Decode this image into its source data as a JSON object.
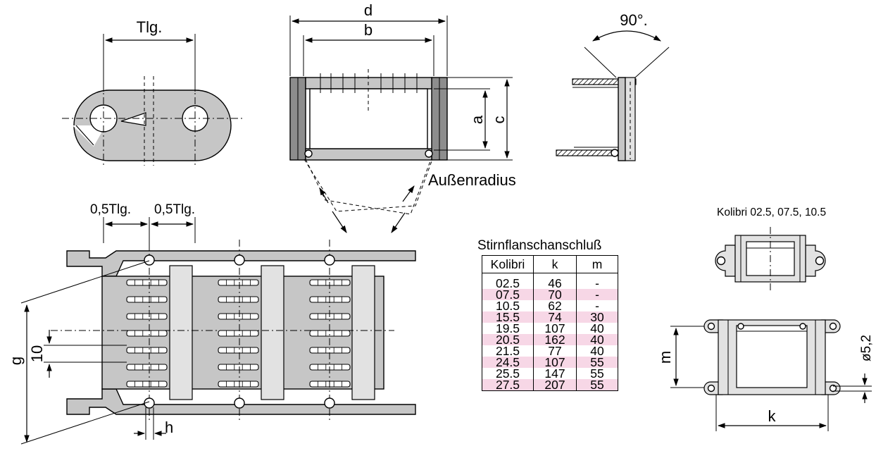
{
  "labels": {
    "tlg": "Tlg.",
    "d": "d",
    "b": "b",
    "a": "a",
    "c": "c",
    "angle": "90°.",
    "aussenradius": "Außenradius",
    "half_pitch_left": "0,5Tlg.",
    "half_pitch_right": "0,5Tlg.",
    "g": "g",
    "ten": "10",
    "h": "h",
    "m": "m",
    "k": "k",
    "hole_dia": "ø5,2"
  },
  "kolibri_caption": "Kolibri 02.5, 07.5, 10.5",
  "table": {
    "title": "Stirnflanschanschluß",
    "headers": [
      "Kolibri",
      "k",
      "m"
    ],
    "rows": [
      [
        "02.5",
        "46",
        "-"
      ],
      [
        "07.5",
        "70",
        "-"
      ],
      [
        "10.5",
        "62",
        "-"
      ],
      [
        "15.5",
        "74",
        "30"
      ],
      [
        "19.5",
        "107",
        "40"
      ],
      [
        "20.5",
        "162",
        "40"
      ],
      [
        "21.5",
        "77",
        "40"
      ],
      [
        "24.5",
        "107",
        "55"
      ],
      [
        "25.5",
        "147",
        "55"
      ],
      [
        "27.5",
        "207",
        "55"
      ]
    ],
    "highlight_color": "#f7d7e6"
  },
  "colors": {
    "part_fill": "#c6c6c6",
    "part_dark": "#8d8d8d",
    "part_light": "#e2e2e2"
  }
}
